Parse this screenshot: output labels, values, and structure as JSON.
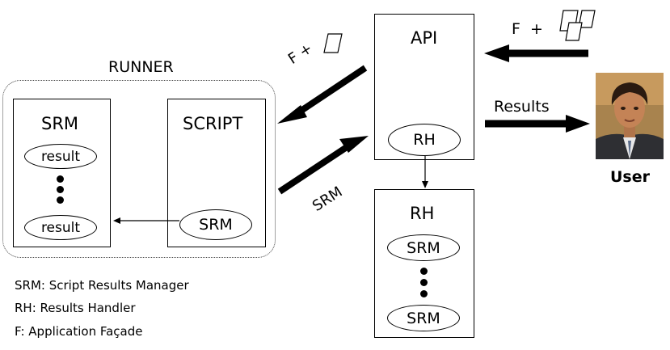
{
  "runner": {
    "title": "RUNNER"
  },
  "srm_box": {
    "title": "SRM",
    "items": [
      "result",
      "result"
    ]
  },
  "script_box": {
    "title": "SCRIPT",
    "item": "SRM"
  },
  "api_box": {
    "title": "API",
    "item": "RH"
  },
  "rh_box": {
    "title": "RH",
    "items": [
      "SRM",
      "SRM"
    ]
  },
  "arrows": {
    "f_to_runner": "F +",
    "srm_to_api": "SRM",
    "f_to_api": "F  +",
    "results_to_user": "Results"
  },
  "user": {
    "label": "User"
  },
  "legend": [
    "SRM: Script Results Manager",
    "RH: Results Handler",
    "F: Application Façade"
  ]
}
